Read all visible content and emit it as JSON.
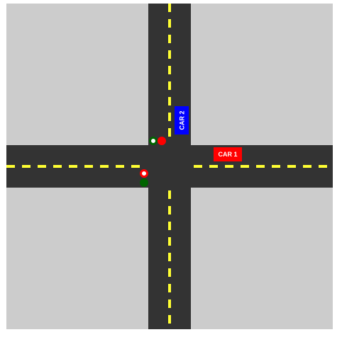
{
  "scene": {
    "colors": {
      "grass": "#cccccc",
      "road": "#333333",
      "lane_marking": "#ffff33"
    },
    "cars": [
      {
        "label": "CAR 1",
        "color": "#ff0000",
        "heading": "west"
      },
      {
        "label": "CAR 2",
        "color": "#0000ff",
        "heading": "south"
      }
    ],
    "traffic_lights": {
      "north_approach": [
        "white-green-ring",
        "red"
      ],
      "west_approach": [
        "white-red-ring",
        "green"
      ]
    }
  }
}
